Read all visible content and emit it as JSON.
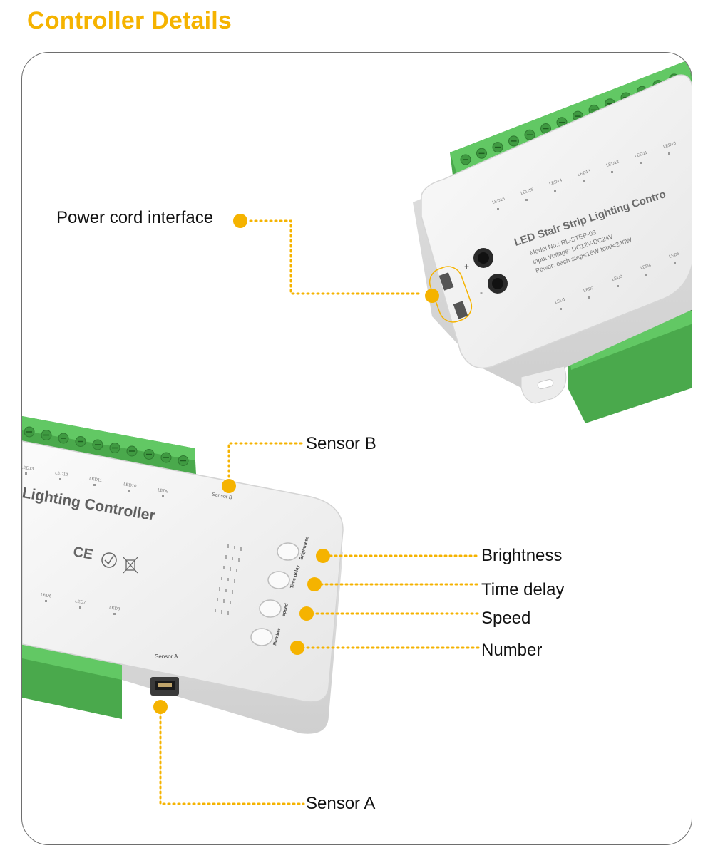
{
  "page": {
    "title": "Controller Details"
  },
  "colors": {
    "accent": "#f5b300",
    "terminal_green": "#5cc35e",
    "housing": "#f2f2f2"
  },
  "device_top": {
    "product_name": "LED Stair Strip Lighting Contro",
    "model": "Model No.: RL-STEP-03",
    "input_voltage": "Input Voltage: DC12V-DC24V",
    "power": "Power: each step<16W   total<240W",
    "terminal_plus": "+",
    "terminal_minus": "-",
    "led_labels_top": [
      "LED16",
      "LED15",
      "LED14",
      "LED13",
      "LED12",
      "LED11",
      "LED10"
    ],
    "led_labels_bottom": [
      "LED1",
      "LED2",
      "LED3",
      "LED4",
      "LED5"
    ]
  },
  "device_bottom": {
    "product_name": "Lighting Controller",
    "certification_icons": [
      "ce-mark-icon",
      "rohs-icon",
      "weee-bin-icon"
    ],
    "led_labels_top": [
      "LED13",
      "LED12",
      "LED11",
      "LED10",
      "LED9"
    ],
    "led_labels_bottom": [
      "LED6",
      "LED7",
      "LED8"
    ],
    "sensor_b_label": "Sensor B",
    "sensor_a_label": "Sensor A",
    "button_labels": [
      "Brightness",
      "Time delay",
      "Speed",
      "Number"
    ]
  },
  "callouts": {
    "power_cord": "Power cord interface",
    "sensor_b": "Sensor B",
    "brightness": "Brightness",
    "time_delay": "Time delay",
    "speed": "Speed",
    "number": "Number",
    "sensor_a": "Sensor A"
  }
}
